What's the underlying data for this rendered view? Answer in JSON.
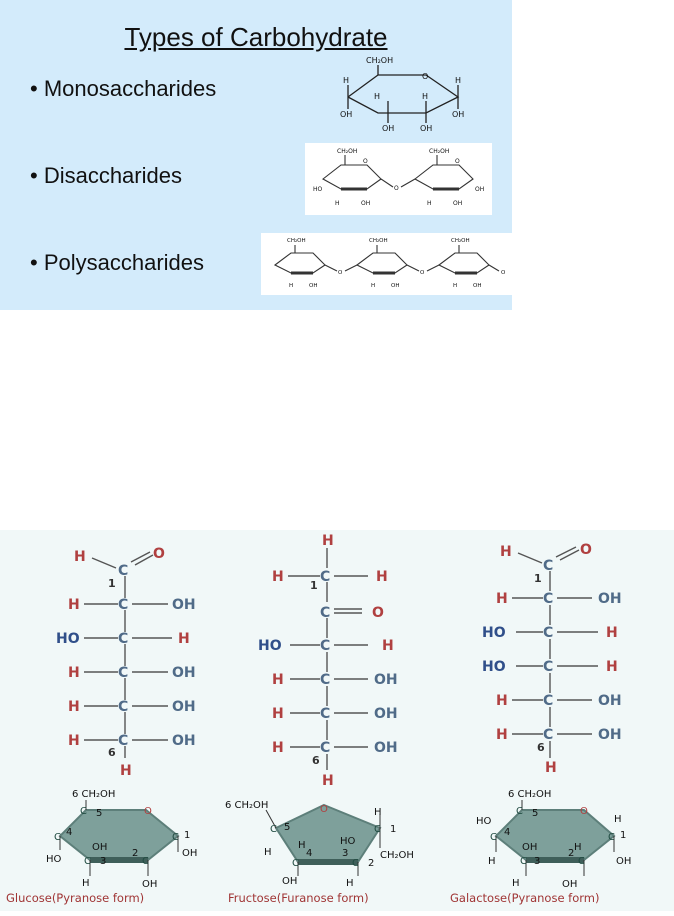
{
  "slide": {
    "title": "Types of Carbohydrate",
    "bullets": [
      {
        "label": "• Monosaccharides"
      },
      {
        "label": "• Disaccharides"
      },
      {
        "label": "• Polysaccharides"
      }
    ]
  },
  "chem": {
    "ch2oh": "CH₂OH",
    "o": "O",
    "h": "H",
    "oh": "OH",
    "c": "C",
    "ho": "HO"
  },
  "open_chain": {
    "glucose": {
      "rows": [
        {
          "left": "H",
          "right": "OH"
        },
        {
          "left": "HO",
          "right": "H"
        },
        {
          "left": "H",
          "right": "OH"
        },
        {
          "left": "H",
          "right": "OH"
        },
        {
          "left": "H",
          "right": "OH"
        }
      ]
    },
    "fructose": {
      "rows": [
        {
          "left": "HO",
          "right": "H"
        },
        {
          "left": "H",
          "right": "OH"
        },
        {
          "left": "H",
          "right": "OH"
        },
        {
          "left": "H",
          "right": "OH"
        }
      ]
    },
    "galactose": {
      "rows": [
        {
          "left": "H",
          "right": "OH"
        },
        {
          "left": "HO",
          "right": "H"
        },
        {
          "left": "HO",
          "right": "H"
        },
        {
          "left": "H",
          "right": "OH"
        },
        {
          "left": "H",
          "right": "OH"
        }
      ]
    }
  },
  "numbers": {
    "n1": "1",
    "n2": "2",
    "n3": "3",
    "n4": "4",
    "n5": "5",
    "n6": "6"
  },
  "ring_labels": {
    "six_ch2oh": "6 CH₂OH",
    "ch2oh_right": "CH₂OH",
    "glucose": "Glucose(Pyranose form)",
    "fructose": "Fructose(Furanose form)",
    "galactose": "Galactose(Pyranose form)"
  }
}
